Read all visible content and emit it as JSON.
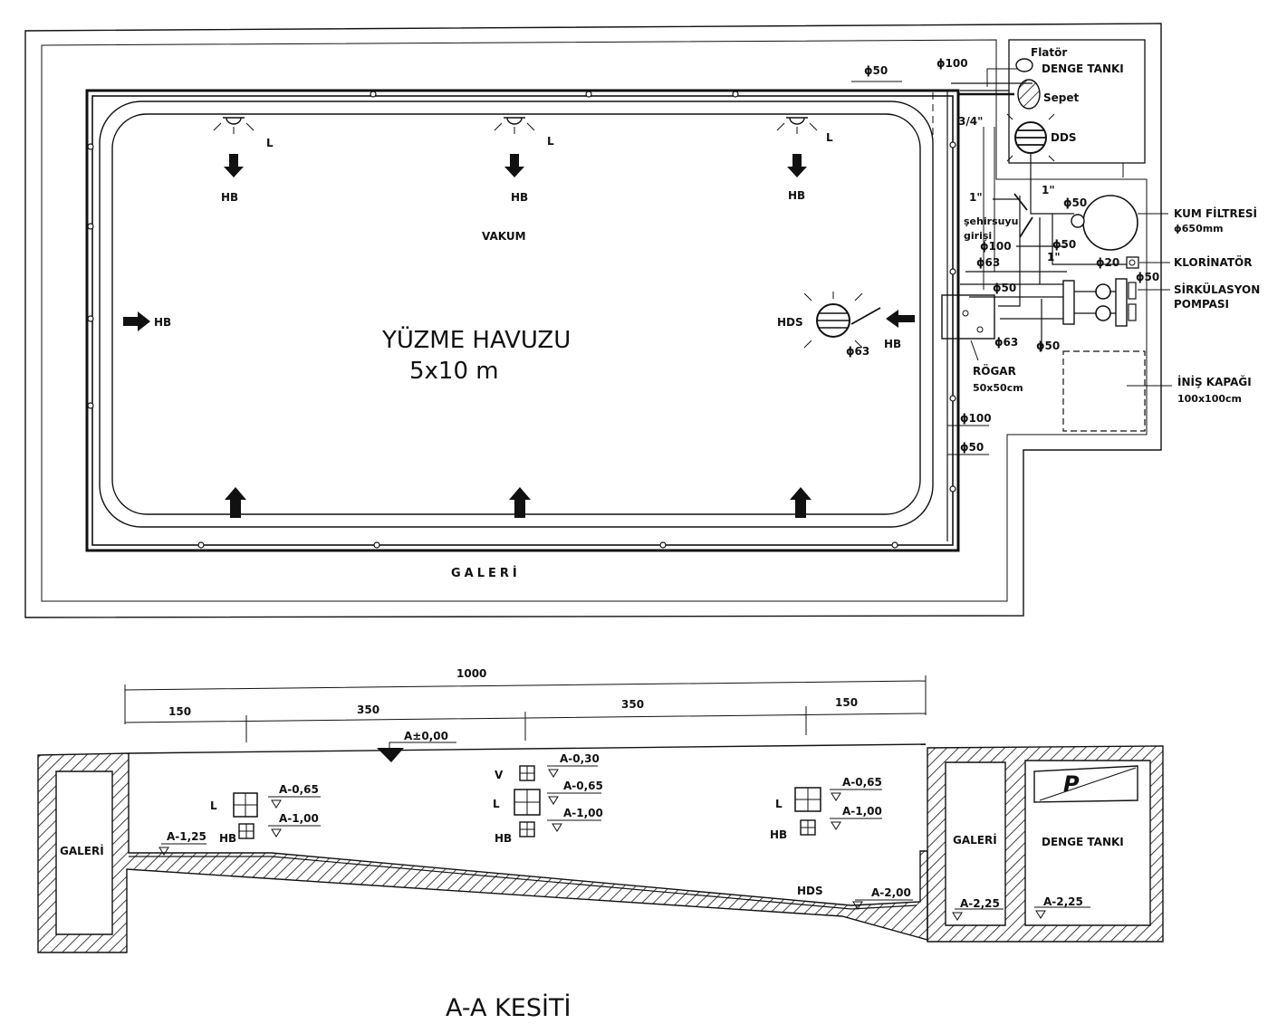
{
  "plan": {
    "pool_title": "YÜZME HAVUZU",
    "pool_size": "5x10 m",
    "gallery_label": "GALERİ",
    "balance_tank": {
      "float_label": "Flatör",
      "title": "DENGE TANKI",
      "basket_label": "Sepet",
      "dds_label": "DDS"
    },
    "lights": [
      "L",
      "L",
      "L"
    ],
    "inlets_top": [
      "HB",
      "HB",
      "HB"
    ],
    "vacuum_label": "VAKUM",
    "inlet_left": "HB",
    "hds_label": "HDS",
    "hds_pipe": "ϕ63",
    "inlet_right": "HB",
    "pipe_labels": {
      "p_top_50": "ϕ50",
      "p_top_100": "ϕ100",
      "p_three_quarter": "3/4\"",
      "p_filter_50": "ϕ50",
      "p_one_inch_left": "1\"",
      "p_one_inch_right": "1\"",
      "p_city_100": "ϕ100",
      "p_50_mid": "ϕ50",
      "p_63_top": "ϕ63",
      "p_one_inch_low": "1\"",
      "p_20": "ϕ20",
      "p_50_pump": "ϕ50",
      "p_50_rogar": "ϕ50",
      "p_63_bottom": "ϕ63",
      "p_50_bottom": "ϕ50",
      "p_right_100": "ϕ100",
      "p_right_50": "ϕ50"
    },
    "city_water": [
      "şehirsuyu",
      "girişi"
    ],
    "sand_filter": {
      "title": "KUM FİLTRESİ",
      "size": "ϕ650mm"
    },
    "chlorinator": "KLORİNATÖR",
    "pump": [
      "SİRKÜLASYON",
      "POMPASI"
    ],
    "manhole": {
      "title": "RÖGAR",
      "size": "50x50cm"
    },
    "hatch": {
      "title": "İNİŞ KAPAĞI",
      "size": "100x100cm"
    }
  },
  "section": {
    "title": "A-A KESİTİ",
    "dim_total": "1000",
    "dims": [
      "150",
      "350",
      "350",
      "150"
    ],
    "water_level": "A±0,00",
    "left_group": {
      "l": "L",
      "hb": "HB",
      "elev_l": "A-0,65",
      "elev_hb": "A-1,00",
      "floor": "A-1,25"
    },
    "mid_group": {
      "v": "V",
      "l": "L",
      "hb": "HB",
      "elev_v": "A-0,30",
      "elev_l": "A-0,65",
      "elev_hb": "A-1,00"
    },
    "right_group": {
      "l": "L",
      "hb": "HB",
      "elev_l": "A-0,65",
      "elev_hb": "A-1,00"
    },
    "hds_label": "HDS",
    "deep_floor": "A-2,00",
    "gallery_left": "GALERİ",
    "gallery_right": "GALERİ",
    "gallery_floor": "A-2,25",
    "tank_label": "DENGE TANKI",
    "tank_floor": "A-2,25",
    "p_symbol": "P"
  }
}
